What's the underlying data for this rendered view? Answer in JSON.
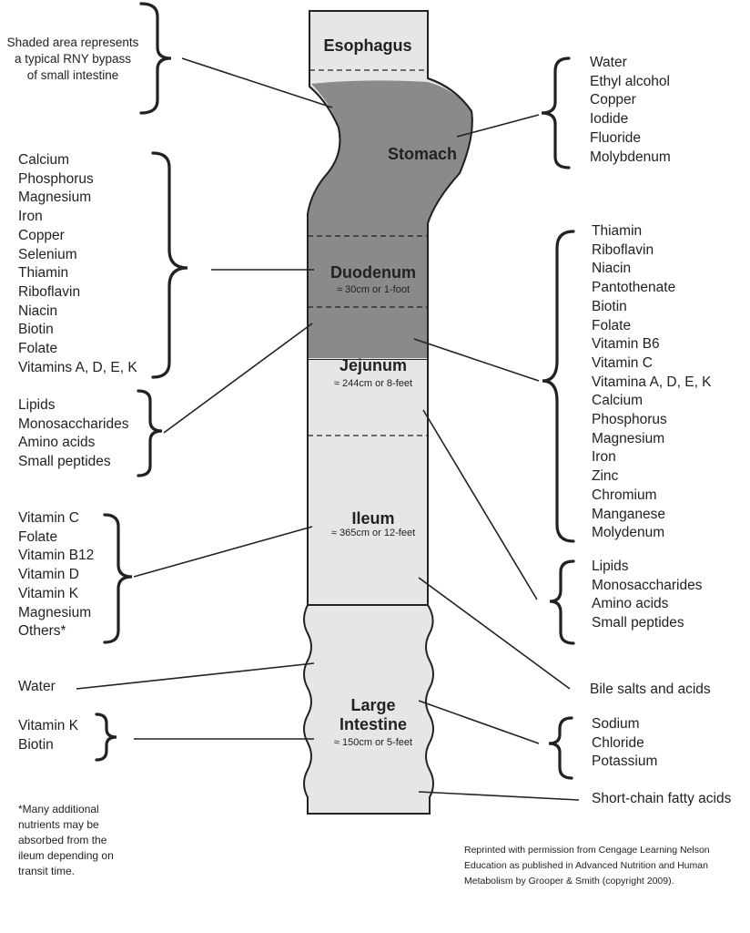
{
  "segments": {
    "esophagus": {
      "name": "Esophagus"
    },
    "stomach": {
      "name": "Stomach"
    },
    "duodenum": {
      "name": "Duodenum",
      "length": "≈ 30cm or 1-foot"
    },
    "jejunum": {
      "name": "Jejunum",
      "length": "≈ 244cm or 8-feet"
    },
    "ileum": {
      "name": "Ileum",
      "length": "≈ 365cm or 12-feet"
    },
    "large_intestine": {
      "name_line1": "Large",
      "name_line2": "Intestine",
      "length": "≈ 150cm or 5-feet"
    }
  },
  "shaded_note": [
    "Shaded area represents",
    "a typical RNY bypass",
    "of small intestine"
  ],
  "left_lists": {
    "duodenum": [
      "Calcium",
      "Phosphorus",
      "Magnesium",
      "Iron",
      "Copper",
      "Selenium",
      "Thiamin",
      "Riboflavin",
      "Niacin",
      "Biotin",
      "Folate",
      "Vitamins A, D, E, K"
    ],
    "duodenum_macro": [
      "Lipids",
      "Monosaccharides",
      "Amino acids",
      "Small peptides"
    ],
    "ileum": [
      "Vitamin C",
      "Folate",
      "Vitamin B12",
      "Vitamin D",
      "Vitamin K",
      "Magnesium",
      "Others*"
    ],
    "water": "Water",
    "large_intestine": [
      "Vitamin K",
      "Biotin"
    ]
  },
  "right_lists": {
    "stomach": [
      "Water",
      "Ethyl alcohol",
      "Copper",
      "Iodide",
      "Fluoride",
      "Molybdenum"
    ],
    "jejunum": [
      "Thiamin",
      "Riboflavin",
      "Niacin",
      "Pantothenate",
      "Biotin",
      "Folate",
      "Vitamin B6",
      "Vitamin C",
      "Vitamina A, D, E, K",
      "Calcium",
      "Phosphorus",
      "Magnesium",
      "Iron",
      "Zinc",
      "Chromium",
      "Manganese",
      "Molydenum"
    ],
    "jejunum_macro": [
      "Lipids",
      "Monosaccharides",
      "Amino acids",
      "Small peptides"
    ],
    "bile": "Bile salts and acids",
    "large_intestine": [
      "Sodium",
      "Chloride",
      "Potassium"
    ],
    "scfa": "Short-chain fatty acids"
  },
  "footnote": [
    "*Many additional",
    "nutrients may be",
    "absorbed from the",
    "ileum depending on",
    "transit time."
  ],
  "credit": [
    "Reprinted with permission from Cengage Learning Nelson",
    "Education as published in Advanced Nutrition and Human",
    "Metabolism by Grooper & Smith (copyright 2009)."
  ],
  "colors": {
    "tract_fill": "#e6e6e6",
    "bypass_shade": "#8a8a8a",
    "outline": "#222222"
  }
}
